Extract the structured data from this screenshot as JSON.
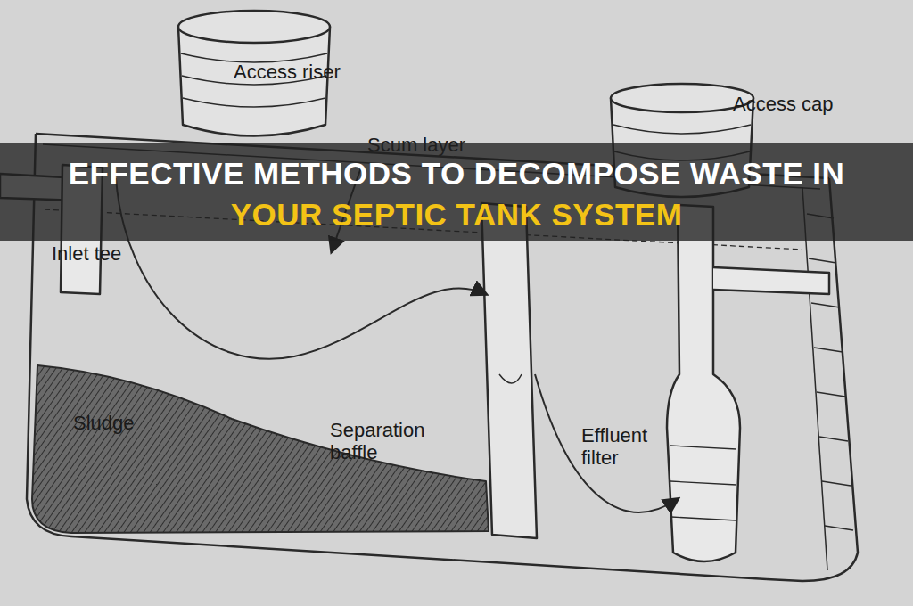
{
  "diagram": {
    "title": "EFFECTIVE METHODS TO DECOMPOSE WASTE IN YOUR SEPTIC TANK SYSTEM",
    "labels": [
      "Access riser",
      "Access cap",
      "Scum layer",
      "Inlet tee",
      "Sludge",
      "Separation baffle",
      "Effluent filter"
    ]
  }
}
